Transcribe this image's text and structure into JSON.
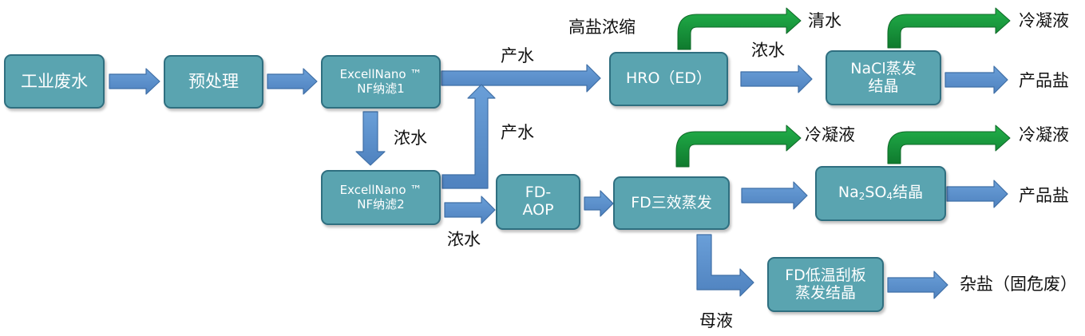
{
  "nodes": {
    "wastewater": "工业废水",
    "pretreatment": "预处理",
    "nf1": {
      "line1": "ExcellNano ™",
      "line2": "NF纳滤1"
    },
    "nf2": {
      "line1": "ExcellNano ™",
      "line2": "NF纳滤2"
    },
    "fd_aop": {
      "line1": "FD-",
      "line2": "AOP"
    },
    "hro": "HRO（ED）",
    "fd_evap": "FD三效蒸发",
    "nacl": {
      "line1": "NaCl蒸发",
      "line2": "结晶"
    },
    "na2so4": {
      "pre": "Na",
      "sub1": "2",
      "mid": "SO",
      "sub2": "4",
      "post": "结晶"
    },
    "fd_low": {
      "line1": "FD低温刮板",
      "line2": "蒸发结晶"
    }
  },
  "labels": {
    "high_salt": "高盐浓缩",
    "product_water_1": "产水",
    "product_water_2": "产水",
    "concentrate_1": "浓水",
    "concentrate_2": "浓水",
    "concentrate_3": "浓水",
    "clear_water": "清水",
    "condensate_1": "冷凝液",
    "condensate_2": "冷凝液",
    "condensate_3": "冷凝液",
    "product_salt_1": "产品盐",
    "product_salt_2": "产品盐",
    "mother_liquor": "母液",
    "mixed_salt": "杂盐（固危废）"
  },
  "colors": {
    "box_fill": "#5aa4b0",
    "box_border": "#2f6f80",
    "arrow_blue": "#5b8fcb",
    "arrow_border": "#3f6fa6",
    "arrow_green": "#2aa84a"
  }
}
